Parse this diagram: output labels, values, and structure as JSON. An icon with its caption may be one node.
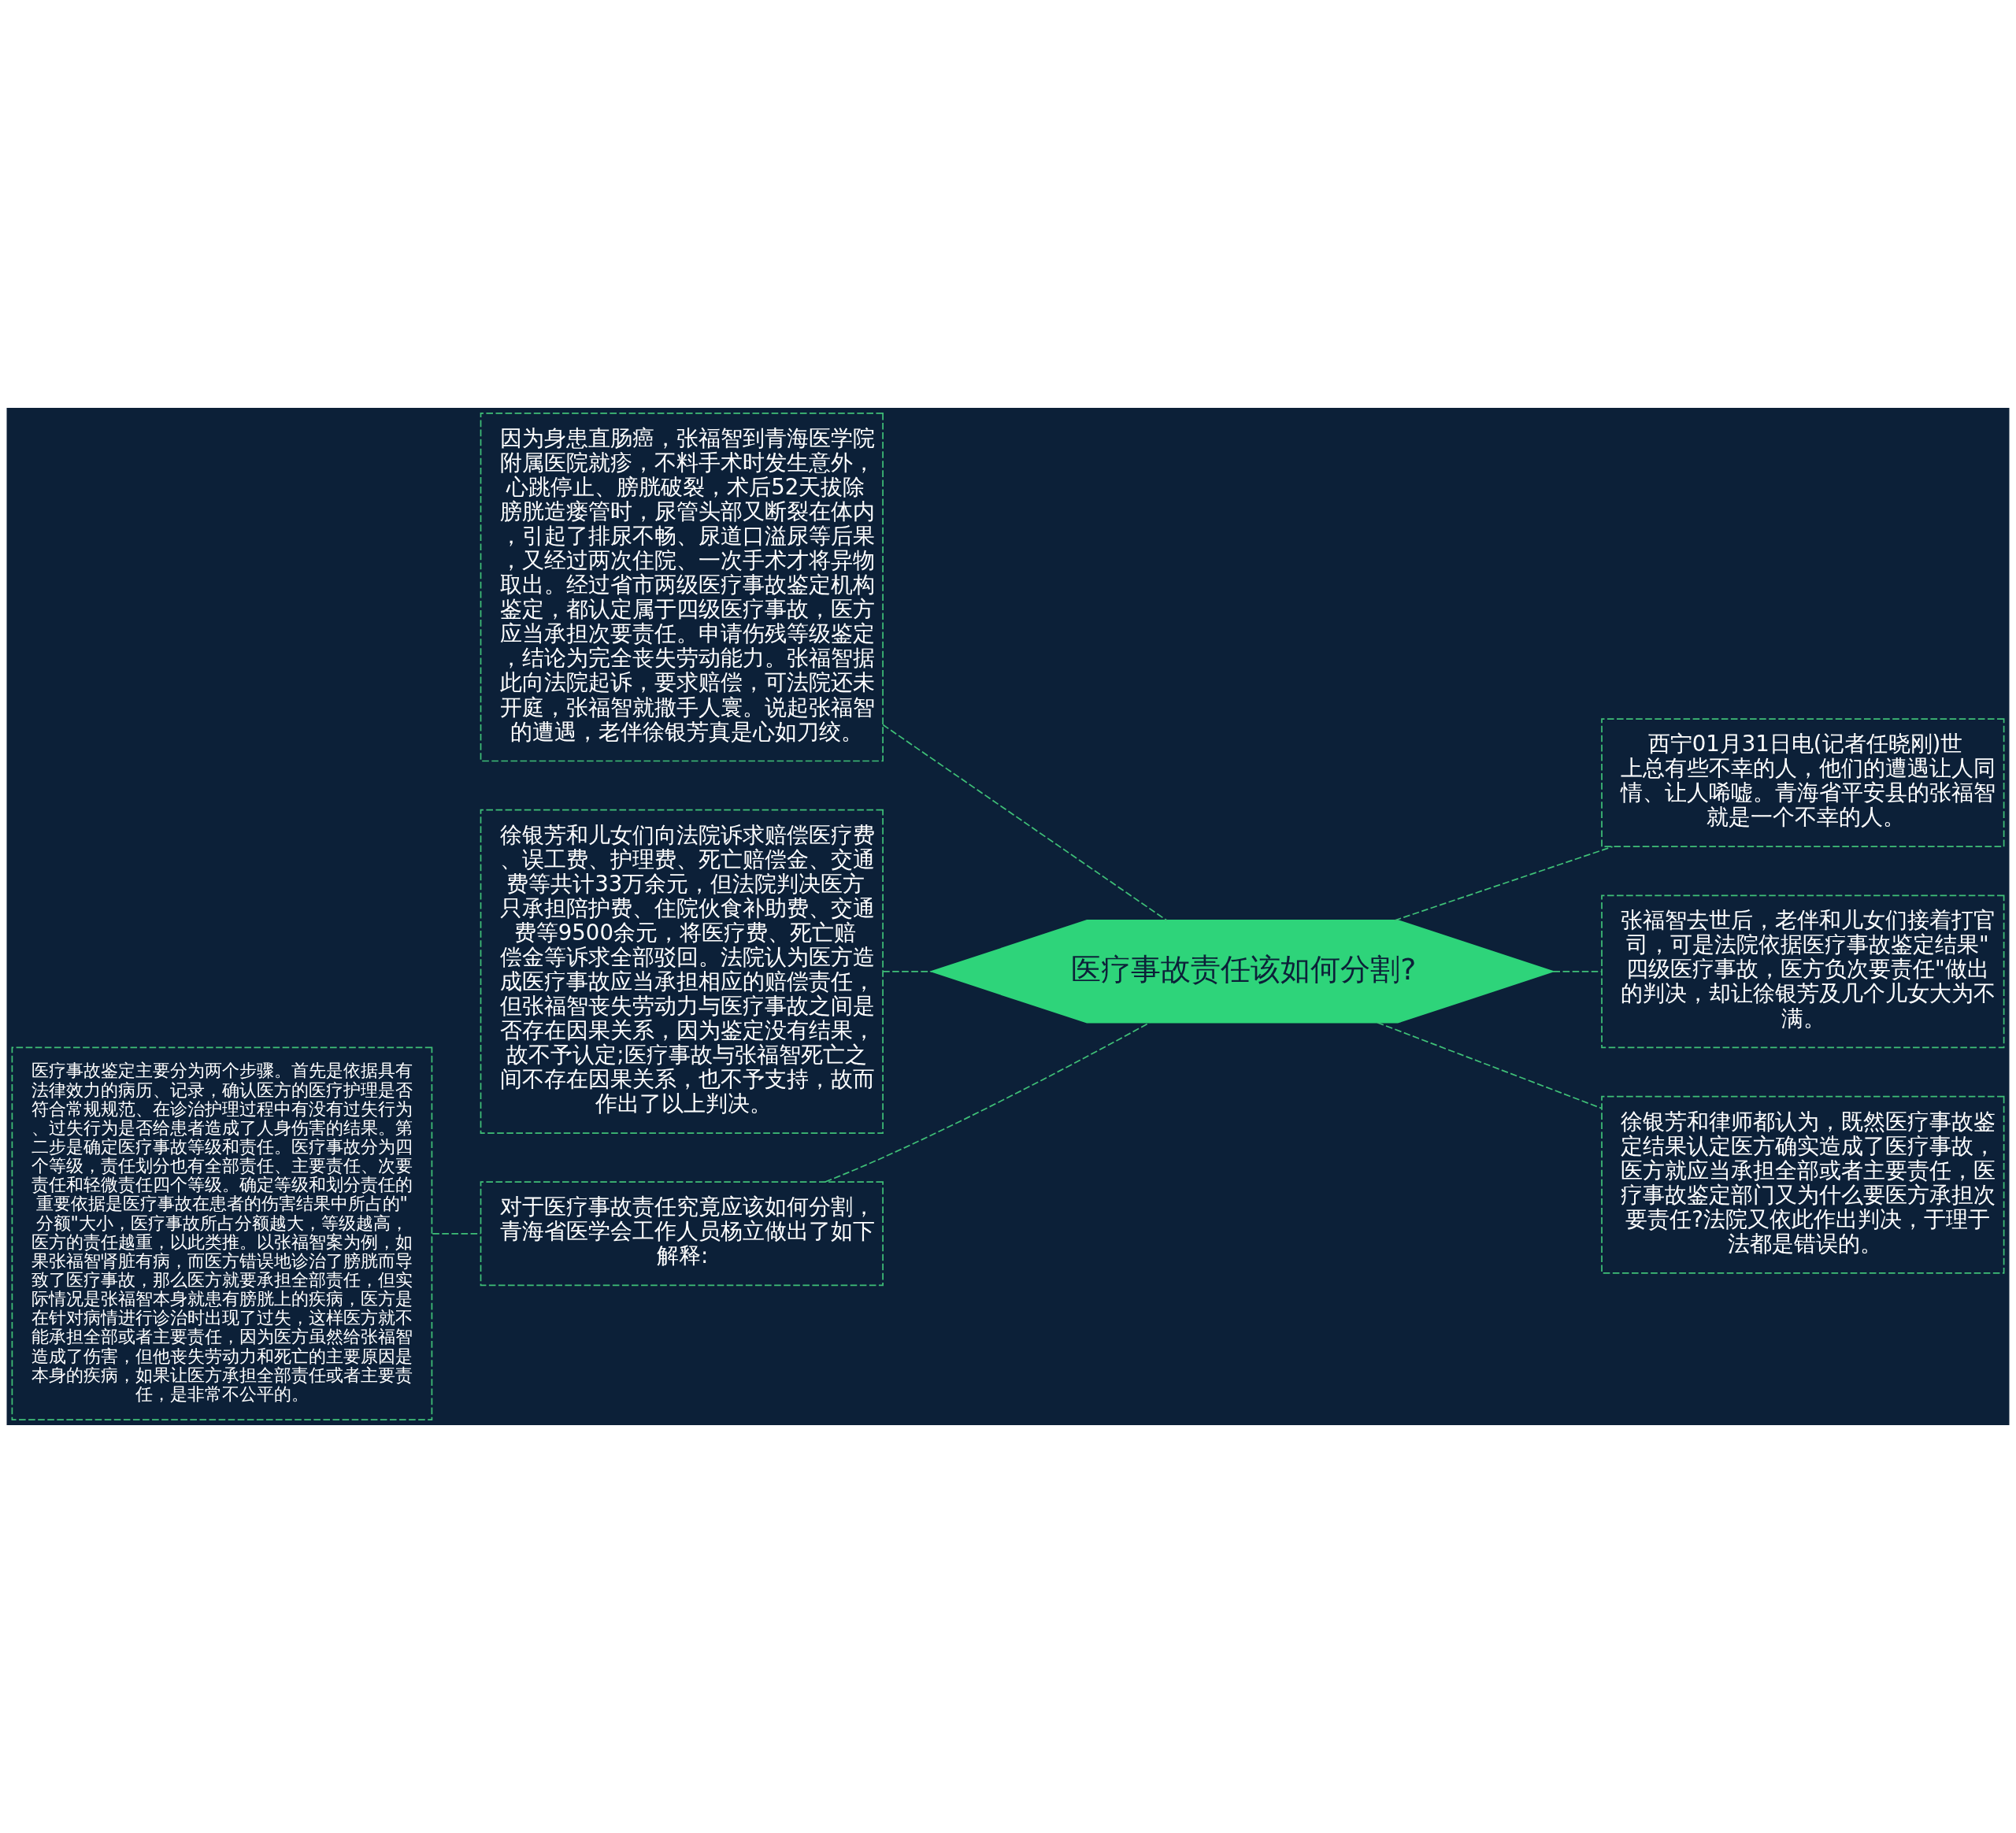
{
  "diagram": {
    "nodes": [
      {
        "text": [
          "医疗事故责任该如何分割?"
        ]
      },
      {
        "text": [
          "因为身患直肠癌，张福智到青海医学院附属医院就疹，不料手术时发生意外，心跳停止、膀胱破裂，术后52天拔除膀胱造瘘管时，尿管头部又断裂在体内，引起了排尿不畅、尿道口溢尿等后果，又经过两次住院、一次手术才将异物取出。经过省市两级医疗事故鉴定机构鉴定，都认定属于四级医疗事故，医方应当承担次要责任。申请伤残等级鉴定，结论为完全丧失劳动能力。张福智据此向法院起诉，要求赔偿，可法院还未开庭，张福智就撒手人寰。说起张福智的遭遇，老伴徐银芳真是心如刀绞。"
        ]
      },
      {
        "text": [
          "徐银芳和儿女们向法院诉求赔偿医疗费、误工费、护理费、死亡赔偿金、交通费等共计33万余元，但法院判决医方只承担陪护费、住院伙食补助费、交通费等9500余元，将医疗费、死亡赔偿金等诉求全部驳回。法院认为医方造成医疗事故应当承担相应的赔偿责任，但张福智丧失劳动力与医疗事故之间是否存在因果关系，因为鉴定没有结果，故不予认定;医疗事故与张福智死亡之间不存在因果关系，也不予支持，故而作出了以上判决。"
        ]
      },
      {
        "text": [
          "对于医疗事故责任究竟应该如何分割，青海省医学会工作人员杨立做出了如下解释:"
        ]
      },
      {
        "text": [
          "医疗事故鉴定主要分为两个步骤。首先是依据具有法律效力的病历、记录，确认医方的医疗护理是否符合常规规范、在诊治护理过程中有没有过失行为、过失行为是否给患者造成了人身伤害的结果。第二步是确定医疗事故等级和责任。医疗事故分为四个等级，责任划分也有全部责任、主要责任、次要责任和轻微责任四个等级。确定等级和划分责任的重要依据是医疗事故在患者的伤害结果中所占的\"分额\"大小，医疗事故所占分额越大，等级越高，医方的责任越重，以此类推。以张福智案为例，如果张福智肾脏有病，而医方错误地诊治了膀胱而导致了医疗事故，那么医方就要承担全部责任，但实际情况是张福智本身就患有膀胱上的疾病，医方是在针对病情进行诊治时出现了过失，这样医方就不能承担全部或者主要责任，因为医方虽然给张福智造成了伤害，但他丧失劳动力和死亡的主要原因是本身的疾病，如果让医方承担全部责任或者主要责任，是非常不公平的。"
        ]
      },
      {
        "text": [
          "西宁01月31日电(记者任晓刚)世上总有些不幸的人，他们的遭遇让人同情、让人唏嘘。青海省平安县的张福智就是一个不幸的人。"
        ]
      },
      {
        "text": [
          "张福智去世后，老伴和儿女们接着打官司，可是法院依据医疗事故鉴定结果\"四级医疗事故，医方负次要责任\"做出的判决，却让徐银芳及几个儿女大为不满。"
        ]
      },
      {
        "text": [
          "徐银芳和律师都认为，既然医疗事故鉴定结果认定医方确实造成了医疗事故，医方就应当承担全部或者主要责任，医疗事故鉴定部门又为什么要医方承担次要责任?法院又依此作出判决，于理于法都是错误的。"
        ]
      }
    ],
    "edges": [
      {
        "from": 0,
        "to": 1,
        "arrow": "none",
        "style": "dashed"
      },
      {
        "from": 0,
        "to": 2,
        "arrow": "none",
        "style": "dashed"
      },
      {
        "from": 0,
        "to": 3,
        "arrow": "none",
        "style": "dashed"
      },
      {
        "from": 3,
        "to": 4,
        "arrow": "none",
        "style": "dashed"
      },
      {
        "from": 0,
        "to": 5,
        "arrow": "none",
        "style": "dashed"
      },
      {
        "from": 0,
        "to": 6,
        "arrow": "none",
        "style": "dashed"
      },
      {
        "from": 0,
        "to": 7,
        "arrow": "none",
        "style": "dashed"
      }
    ]
  }
}
